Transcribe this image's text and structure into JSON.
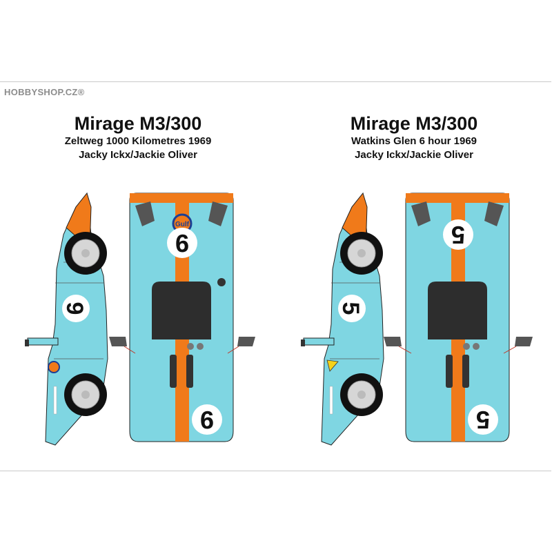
{
  "watermark": "HOBBYSHOP.CZ®",
  "left": {
    "title": "Mirage M3/300",
    "event": "Zeltweg 1000 Kilometres 1969",
    "drivers": "Jacky Ickx/Jackie Oliver",
    "race_number": "9"
  },
  "right": {
    "title": "Mirage M3/300",
    "event": "Watkins Glen 6 hour 1969",
    "drivers": "Jacky Ickx/Jackie Oliver",
    "race_number": "5"
  },
  "sponsor": "Gulf",
  "colors": {
    "body": "#7fd6e2",
    "stripe": "#f07a1a",
    "cockpit": "#2d2d2d",
    "outline": "#222222",
    "tyre": "#111111",
    "rim": "#d6d6d6"
  }
}
